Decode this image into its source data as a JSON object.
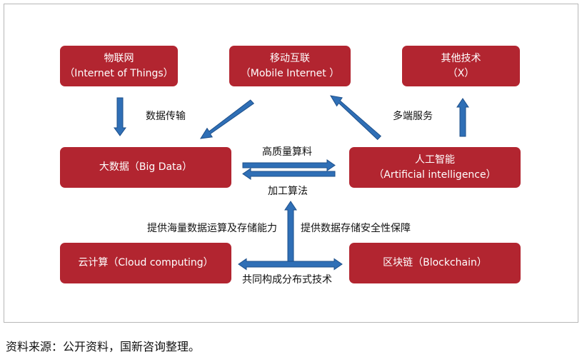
{
  "nodes": {
    "iot": {
      "line1": "物联网",
      "line2": "（Internet of Things）"
    },
    "mobile": {
      "line1": "移动互联",
      "line2": "（Mobile Internet ）"
    },
    "other": {
      "line1": "其他技术",
      "line2": "（X）"
    },
    "bigdata": {
      "line1": "大数据（Big Data）"
    },
    "ai": {
      "line1": "人工智能",
      "line2": "（Artificial intelligence）"
    },
    "cloud": {
      "line1": "云计算（Cloud computing）"
    },
    "blockchain": {
      "line1": "区块链（Blockchain）"
    }
  },
  "labels": {
    "data_transfer": "数据传输",
    "multi_service": "多端服务",
    "high_quality": "高质量算料",
    "algorithm": "加工算法",
    "compute_power": "提供海量数据运算及存储能力",
    "secure_storage": "提供数据存储安全性保障",
    "distributed": "共同构成分布式技术"
  },
  "footer": "资料来源：公开资料，国新咨询整理。",
  "colors": {
    "box": "#b22530",
    "arrow_fill": "#2f6fb6",
    "arrow_stroke": "#1d4f8a"
  }
}
